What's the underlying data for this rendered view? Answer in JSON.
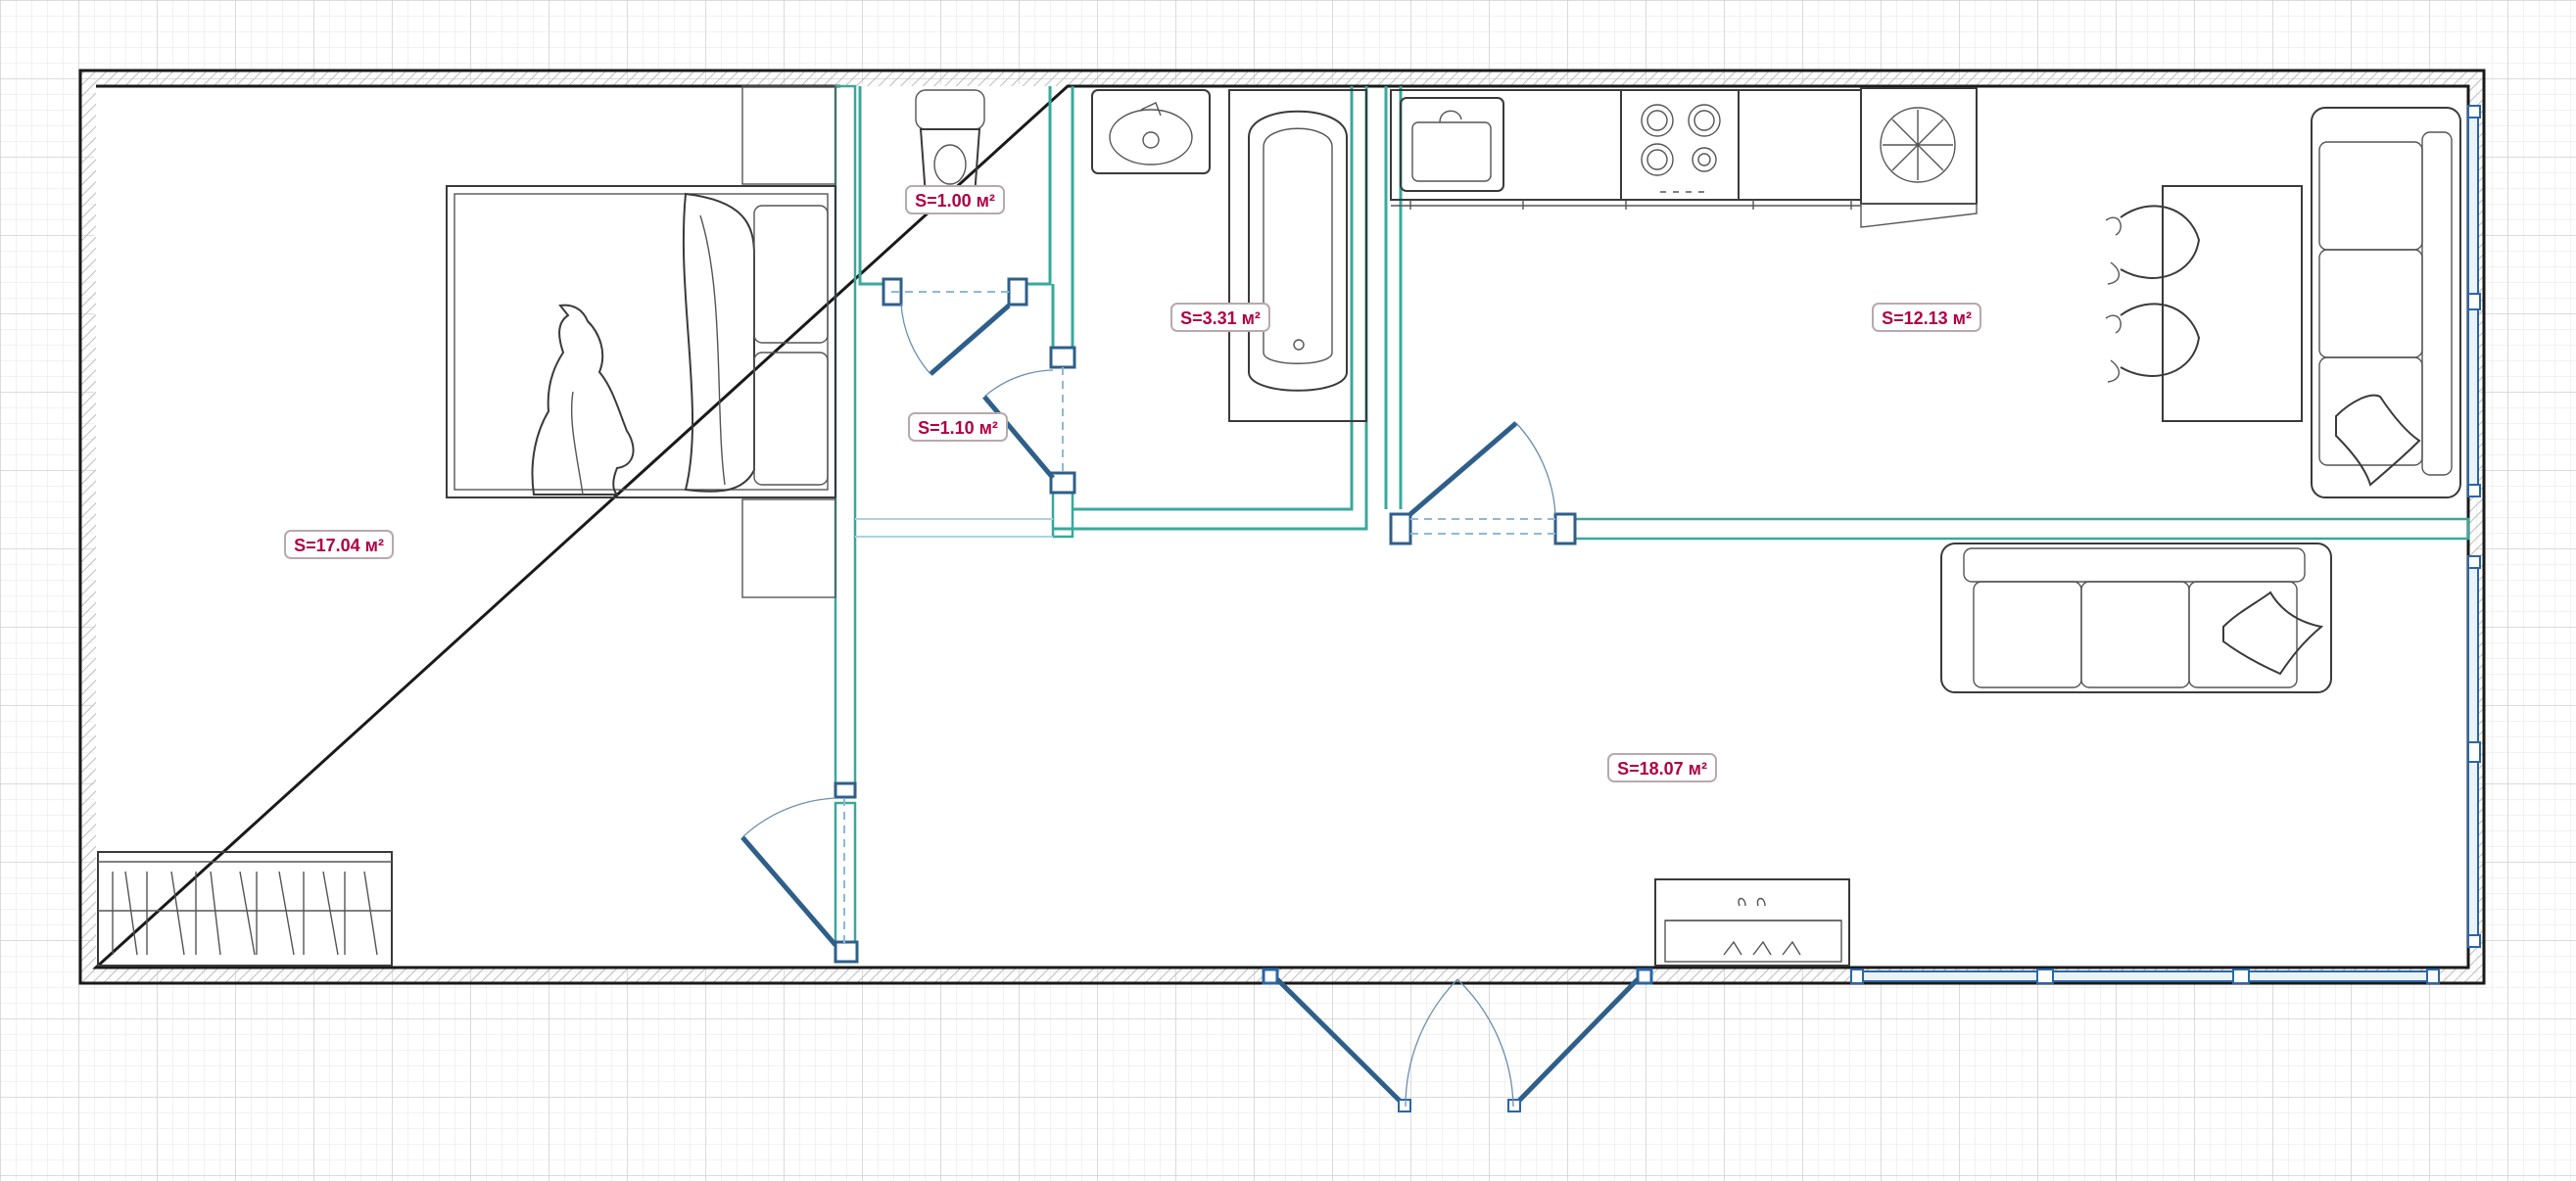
{
  "plan": {
    "rooms": [
      {
        "id": "bedroom",
        "area_label": "S=17.04 м²"
      },
      {
        "id": "wc",
        "area_label": "S=1.00 м²"
      },
      {
        "id": "bathroom",
        "area_label": "S=3.31 м²"
      },
      {
        "id": "hall",
        "area_label": "S=1.10 м²"
      },
      {
        "id": "kitchen-dining",
        "area_label": "S=12.13 м²"
      },
      {
        "id": "living-room",
        "area_label": "S=18.07 м²"
      }
    ],
    "colors": {
      "interior_wall": "#3aa89c",
      "exterior_wall": "#1a1a1a",
      "door_leaf": "#2e5f8a",
      "window": "#2a66a8",
      "area_text": "#b00045",
      "grid": "#dcdcdc"
    },
    "icons": [
      "bed-icon",
      "cat-icon",
      "toilet-icon",
      "sink-icon",
      "bathtub-icon",
      "kitchen-sink-icon",
      "stove-icon",
      "fridge-icon",
      "dining-table-icon",
      "chair-icon",
      "sofa-icon",
      "cushion-icon",
      "bookshelf-icon",
      "shoe-rack-icon"
    ]
  }
}
